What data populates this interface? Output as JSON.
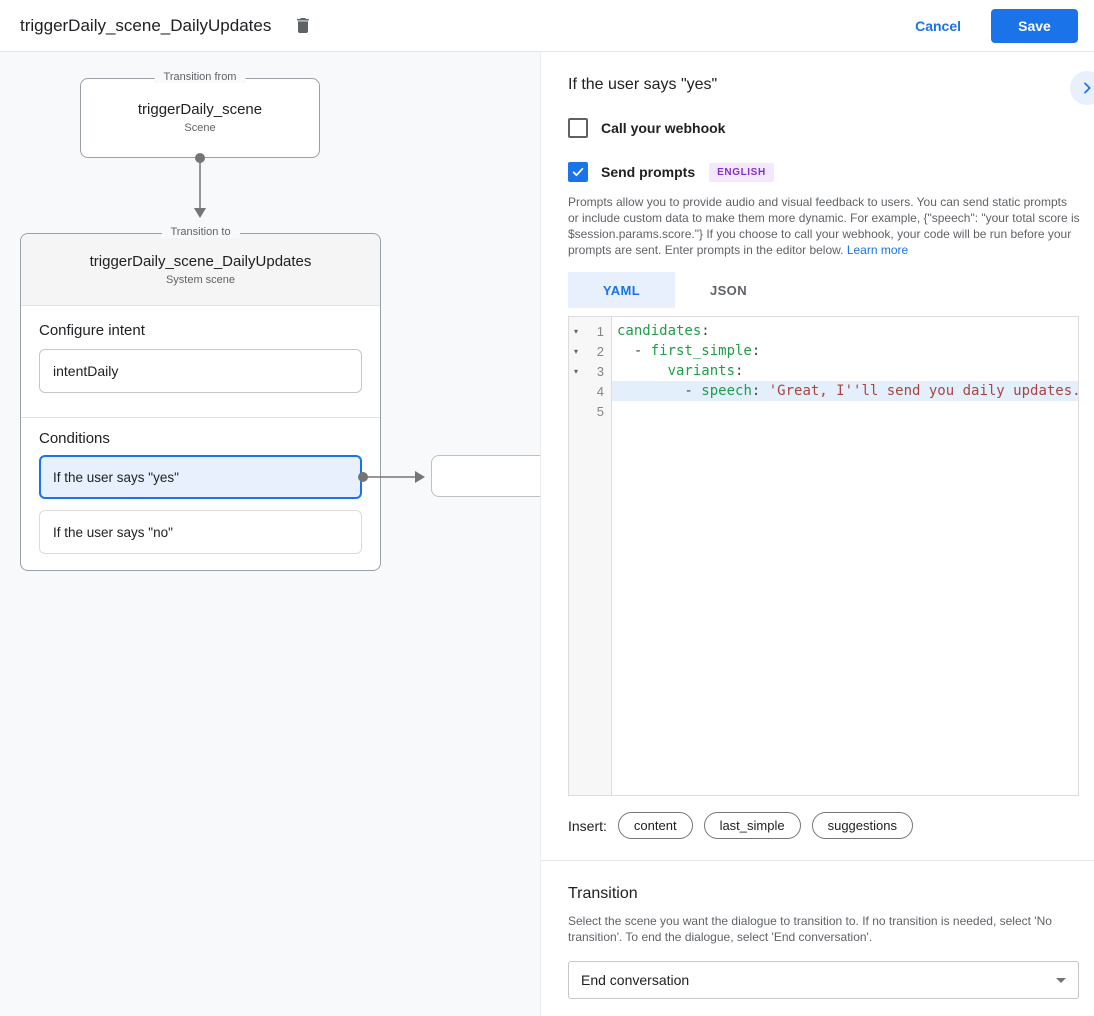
{
  "colors": {
    "accent": "#1a73e8",
    "accent_light": "#e8f0fe",
    "badge_bg": "#f3e8fd",
    "badge_text": "#8430ce",
    "code_key": "#1e9e46",
    "code_string": "#a94442",
    "code_highlight": "#e3f0fc",
    "canvas_bg": "#f8f9fa"
  },
  "header": {
    "title": "triggerDaily_scene_DailyUpdates",
    "delete_icon": "trash-icon",
    "cancel_label": "Cancel",
    "save_label": "Save"
  },
  "canvas": {
    "from_node": {
      "legend": "Transition from",
      "title": "triggerDaily_scene",
      "subtitle": "Scene"
    },
    "to_node": {
      "legend": "Transition to",
      "title": "triggerDaily_scene_DailyUpdates",
      "subtitle": "System scene",
      "configure_intent_label": "Configure intent",
      "intent_value": "intentDaily",
      "conditions_label": "Conditions",
      "conditions": [
        {
          "label": "If the user says \"yes\"",
          "selected": true
        },
        {
          "label": "If the user says \"no\"",
          "selected": false
        }
      ]
    }
  },
  "panel": {
    "heading": "If the user says \"yes\"",
    "expand_icon": "chevron-right-icon",
    "webhook": {
      "label": "Call your webhook",
      "checked": false
    },
    "prompts": {
      "label": "Send prompts",
      "checked": true,
      "badge": "ENGLISH"
    },
    "description": "Prompts allow you to provide audio and visual feedback to users. You can send static prompts or include custom data to make them more dynamic. For example, {\"speech\": \"your total score is $session.params.score.\"} If you choose to call your webhook, your code will be run before your prompts are sent. Enter prompts in the editor below. ",
    "learn_more": "Learn more",
    "tabs": [
      {
        "label": "YAML",
        "active": true
      },
      {
        "label": "JSON",
        "active": false
      }
    ],
    "editor": {
      "lines": [
        {
          "num": "1",
          "fold": true,
          "hl": false,
          "code": [
            [
              "plain",
              ""
            ],
            [
              "key",
              "candidates"
            ],
            [
              "plain",
              ":"
            ]
          ]
        },
        {
          "num": "2",
          "fold": true,
          "hl": false,
          "code": [
            [
              "plain",
              "  - "
            ],
            [
              "key",
              "first_simple"
            ],
            [
              "plain",
              ":"
            ]
          ]
        },
        {
          "num": "3",
          "fold": true,
          "hl": false,
          "code": [
            [
              "plain",
              "      "
            ],
            [
              "key",
              "variants"
            ],
            [
              "plain",
              ":"
            ]
          ]
        },
        {
          "num": "4",
          "fold": false,
          "hl": true,
          "code": [
            [
              "plain",
              "        - "
            ],
            [
              "key",
              "speech"
            ],
            [
              "plain",
              ": "
            ],
            [
              "str",
              "'Great, I''ll send you daily updates."
            ]
          ]
        },
        {
          "num": "5",
          "fold": false,
          "hl": false,
          "code": []
        }
      ]
    },
    "insert": {
      "label": "Insert:",
      "chips": [
        "content",
        "last_simple",
        "suggestions"
      ]
    },
    "transition": {
      "heading": "Transition",
      "description": "Select the scene you want the dialogue to transition to. If no transition is needed, select 'No transition'. To end the dialogue, select 'End conversation'.",
      "select_value": "End conversation"
    }
  }
}
